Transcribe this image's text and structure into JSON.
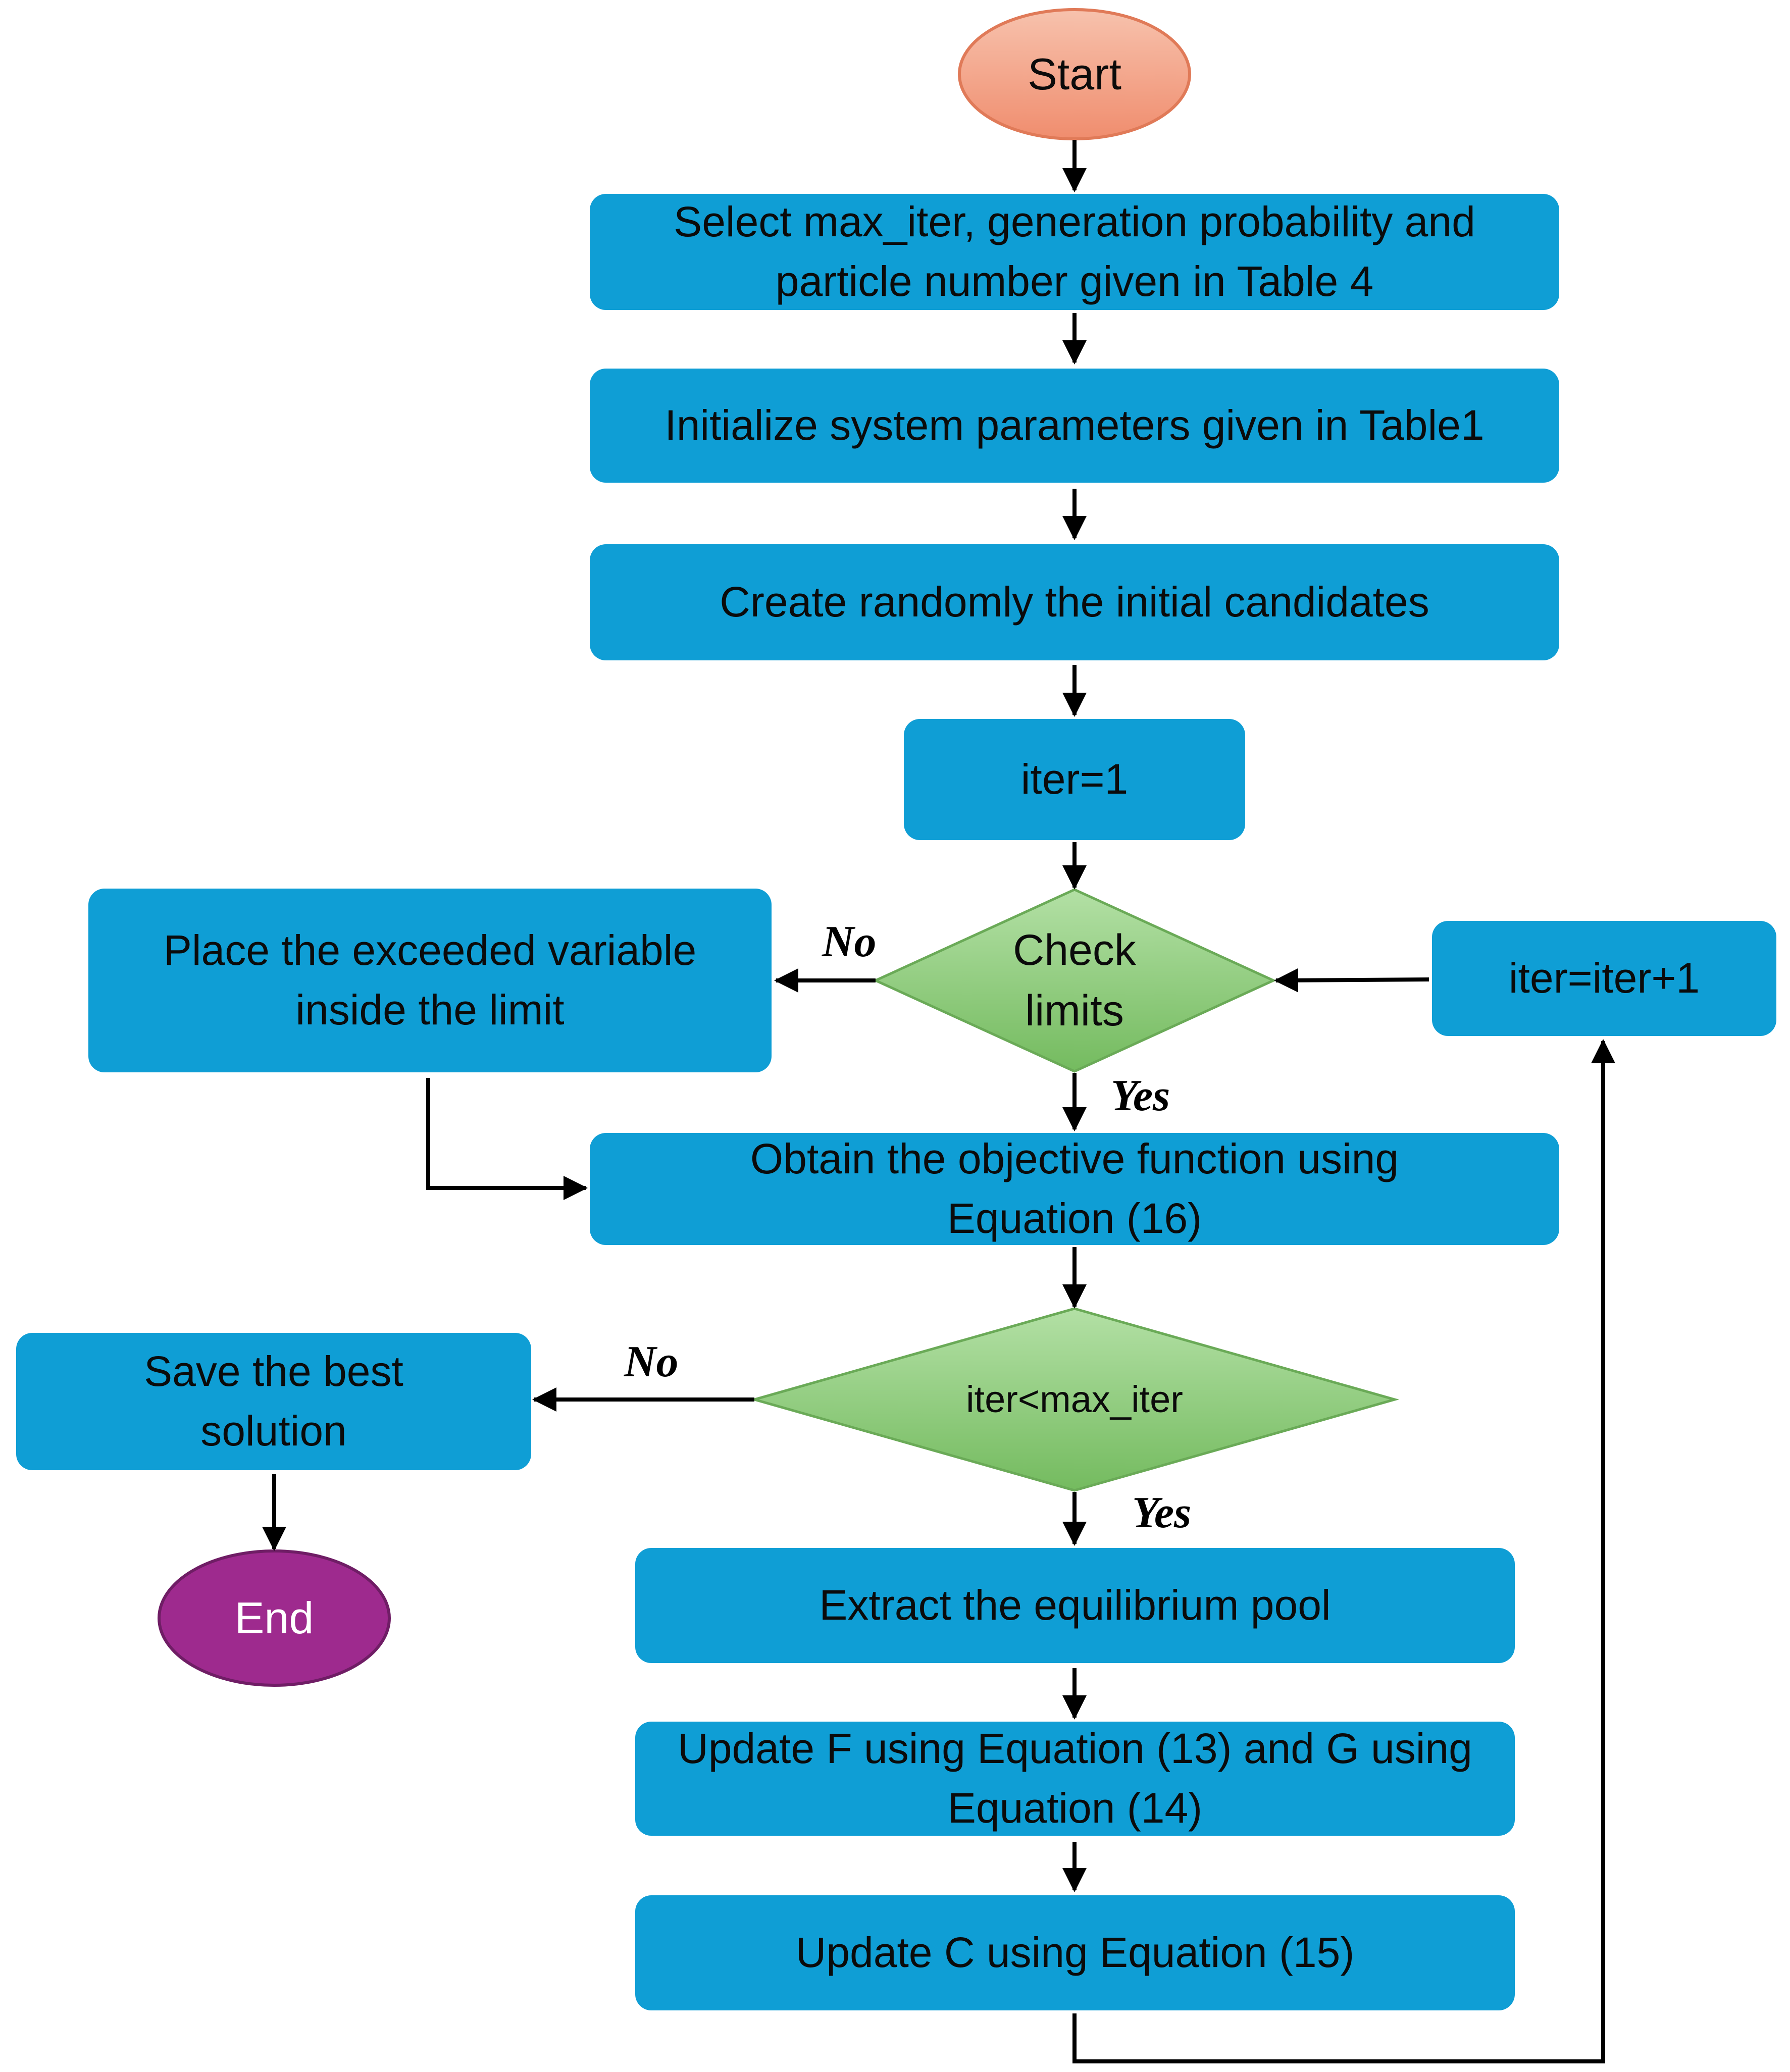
{
  "flowchart": {
    "start": "Start",
    "end": "End",
    "steps": {
      "select_params": "Select max_iter, generation probability and particle number given in Table 4",
      "init_params": "Initialize system parameters given in Table1",
      "create_candidates": "Create randomly the initial candidates",
      "iter_init": "iter=1",
      "place_variable": "Place the exceeded variable inside the limit",
      "iter_increment": "iter=iter+1",
      "objective": "Obtain the objective function using Equation (16)",
      "save_best": "Save the best solution",
      "extract_pool": "Extract the equilibrium pool",
      "update_fg": "Update F using Equation (13) and G using Equation (14)",
      "update_c": "Update C using Equation (15)"
    },
    "decisions": {
      "check_limits": "Check limits",
      "iter_check": "iter<max_iter"
    },
    "edge_labels": {
      "check_no": "No",
      "check_yes": "Yes",
      "iter_no": "No",
      "iter_yes": "Yes"
    }
  },
  "colors": {
    "process_fill": "#0f9ed5",
    "decision_fill": "#8fcf7c",
    "decision_stroke": "#6aaa57",
    "start_fill": "#f4a488",
    "start_stroke": "#e07a58",
    "end_fill": "#9e2a8e",
    "end_stroke": "#6f1d65",
    "connector": "#000000"
  }
}
